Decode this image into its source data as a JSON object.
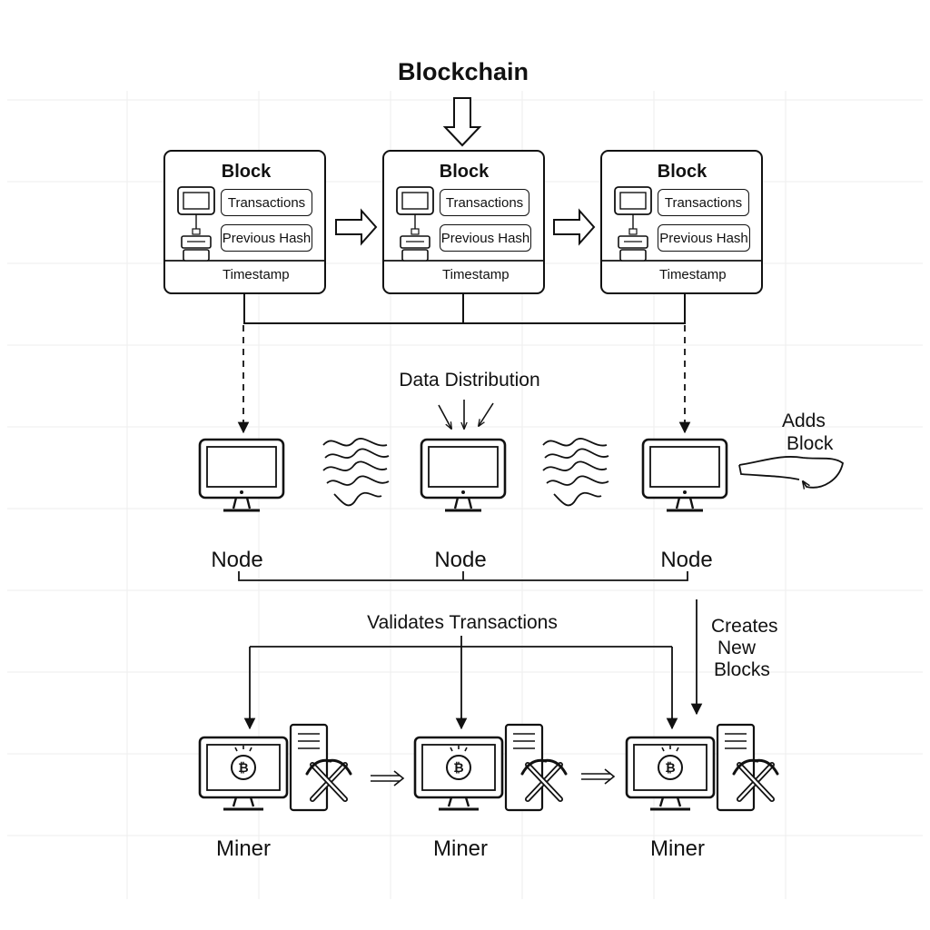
{
  "title": "Blockchain",
  "blocks": [
    {
      "title": "Block",
      "transactions": "Transactions",
      "previous_hash": "Previous Hash",
      "timestamp": "Timestamp"
    },
    {
      "title": "Block",
      "transactions": "Transactions",
      "previous_hash": "Previous Hash",
      "timestamp": "Timestamp"
    },
    {
      "title": "Block",
      "transactions": "Transactions",
      "previous_hash": "Previous Hash",
      "timestamp": "Timestamp"
    }
  ],
  "data_distribution": "Data Distribution",
  "adds_block": [
    "Adds",
    "Block"
  ],
  "nodes": [
    "Node",
    "Node",
    "Node"
  ],
  "validates": "Validates Transactions",
  "creates_new_blocks": [
    "Creates",
    "New",
    "Blocks"
  ],
  "miners": [
    "Miner",
    "Miner",
    "Miner"
  ],
  "icons": {
    "node": "monitor-icon",
    "miner": "bitcoin-computer-icon",
    "server": "server-tower-icon",
    "pickaxe": "pickaxes-icon",
    "wave": "wave-signal-icon"
  },
  "colors": {
    "stroke": "#111111",
    "grid": "#eeeeee",
    "background": "#ffffff"
  }
}
